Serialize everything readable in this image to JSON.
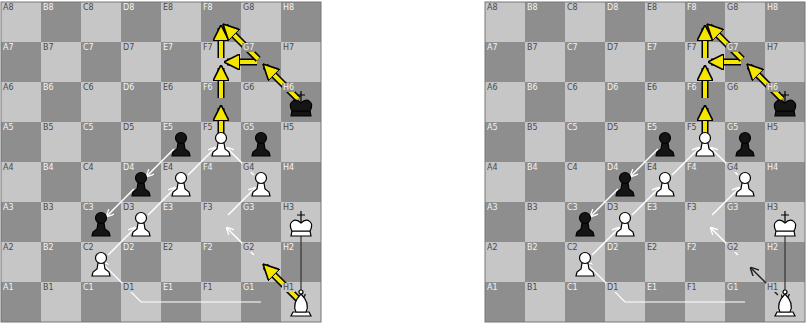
{
  "diagram": {
    "labels": [
      "A8",
      "B8",
      "C8",
      "D8",
      "E8",
      "F8",
      "G8",
      "H8",
      "A7",
      "B7",
      "C7",
      "D7",
      "E7",
      "F7",
      "G7",
      "H7",
      "A6",
      "B6",
      "C6",
      "D6",
      "E6",
      "F6",
      "G6",
      "H6",
      "A5",
      "B5",
      "C5",
      "D5",
      "E5",
      "F5",
      "G5",
      "H5",
      "A4",
      "B4",
      "C4",
      "D4",
      "E4",
      "F4",
      "G4",
      "H4",
      "A3",
      "B3",
      "C3",
      "D3",
      "E3",
      "F3",
      "G3",
      "H3",
      "A2",
      "B2",
      "C2",
      "D2",
      "E2",
      "F2",
      "G2",
      "H2",
      "A1",
      "B1",
      "C1",
      "D1",
      "E1",
      "F1",
      "G1",
      "H1",
      "A8",
      "B8",
      "C8",
      "D8",
      "E8",
      "F8",
      "G8",
      "H8",
      "A7",
      "B7",
      "C7",
      "D7",
      "E7",
      "F7",
      "G7",
      "H7",
      "A6",
      "B6",
      "C6",
      "D6",
      "E6",
      "F6",
      "G6",
      "H6",
      "A5",
      "B5",
      "C5",
      "D5",
      "E5",
      "F5",
      "G5",
      "H5",
      "A4",
      "B4",
      "C4",
      "D4",
      "E4",
      "F4",
      "G4",
      "H4",
      "A3",
      "B3",
      "C3",
      "D3",
      "E3",
      "F3",
      "G3",
      "H3",
      "A2",
      "B2",
      "C2",
      "D2",
      "E2",
      "F2",
      "G2",
      "H2",
      "A1",
      "B1",
      "C1",
      "D1",
      "E1",
      "F1",
      "G1",
      "H1"
    ]
  }
}
